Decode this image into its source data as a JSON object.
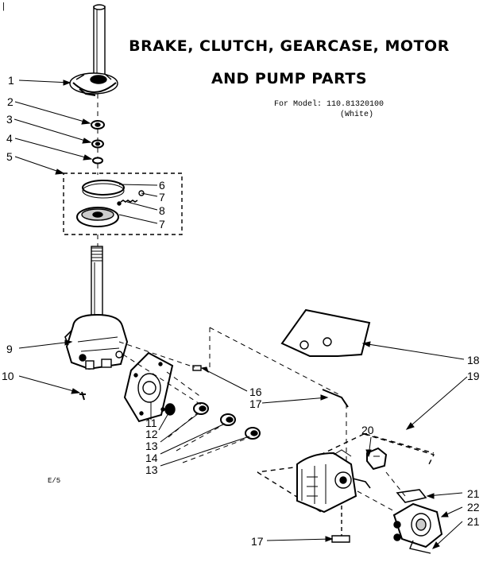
{
  "title_line1": "BRAKE, CLUTCH, GEARCASE, MOTOR",
  "title_line2": "AND PUMP PARTS",
  "model_line": "For Model: 110.81320100",
  "model_color": "(White)",
  "corner_mark": "|",
  "drawing_code": "E/5",
  "callouts": {
    "c1": "1",
    "c2": "2",
    "c3": "3",
    "c4": "4",
    "c5": "5",
    "c6": "6",
    "c7a": "7",
    "c8": "8",
    "c7b": "7",
    "c9": "9",
    "c10": "10",
    "c11": "11",
    "c12": "12",
    "c13a": "13",
    "c14": "14",
    "c13b": "13",
    "c16": "16",
    "c17a": "17",
    "c18": "18",
    "c19": "19",
    "c20": "20",
    "c21a": "21",
    "c22": "22",
    "c21b": "21",
    "c17b": "17"
  }
}
